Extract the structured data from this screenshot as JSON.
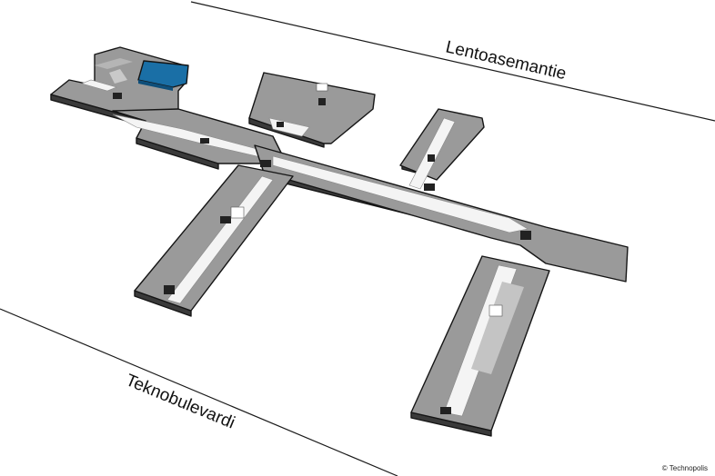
{
  "streets": {
    "north": "Lentoasemantie",
    "south": "Teknobulevardi"
  },
  "credit": "© Technopolis",
  "colors": {
    "building": "#9a9a9a",
    "corridor": "#f4f4f4",
    "highlight": "#1a6fa6",
    "outline": "#151515"
  },
  "icons": [
    "elevator-icon",
    "toilet-icon",
    "stairs-icon",
    "you-are-here-icon"
  ]
}
